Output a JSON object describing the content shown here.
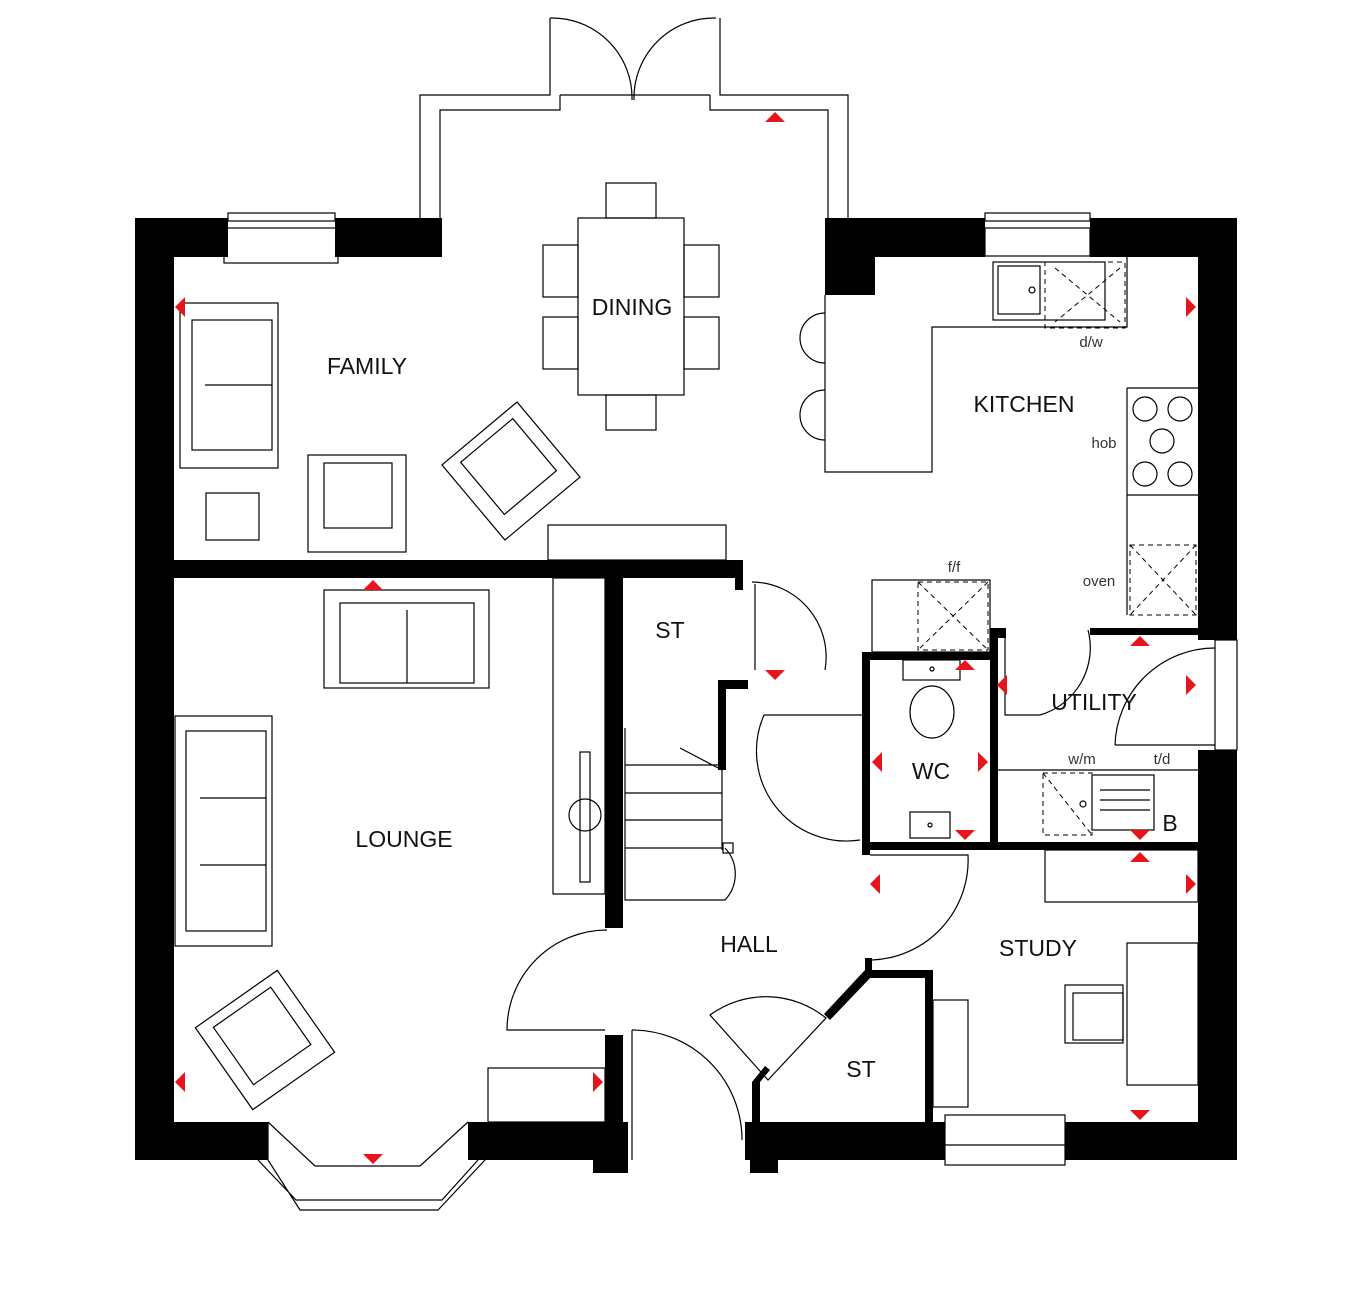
{
  "rooms": {
    "family": "FAMILY",
    "dining": "DINING",
    "kitchen": "KITCHEN",
    "lounge": "LOUNGE",
    "store_upper": "ST",
    "wc": "WC",
    "utility": "UTILITY",
    "hall": "HALL",
    "store_lower": "ST",
    "study": "STUDY"
  },
  "appliances": {
    "dishwasher": "d/w",
    "hob": "hob",
    "oven": "oven",
    "fridge_freezer": "f/f",
    "washing_machine": "w/m",
    "tumble_dryer": "t/d",
    "boiler": "B"
  },
  "colors": {
    "walls": "#000000",
    "markers": "#e8141b"
  }
}
